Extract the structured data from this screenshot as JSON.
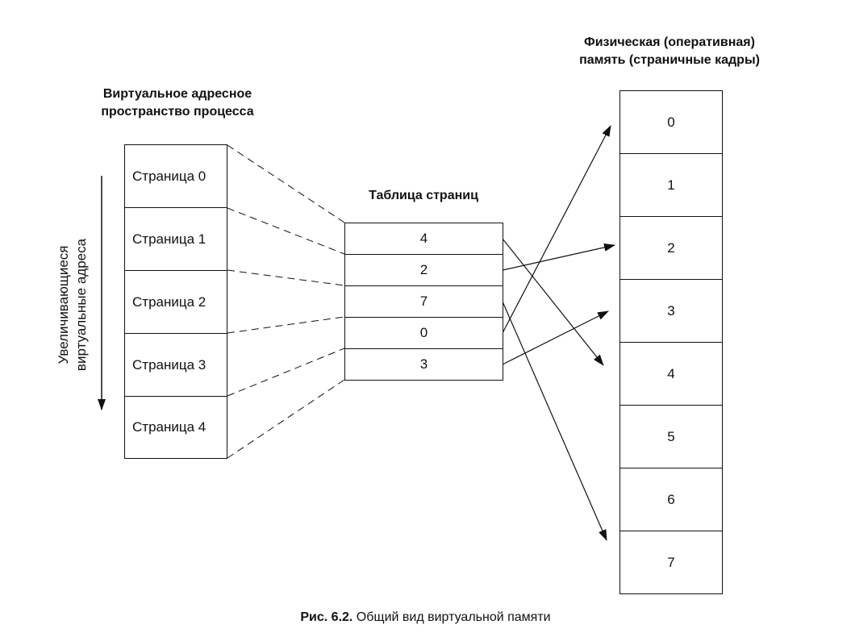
{
  "virtual": {
    "title_line1": "Виртуальное адресное",
    "title_line2": "пространство процесса",
    "pages": [
      "Страница 0",
      "Страница 1",
      "Страница 2",
      "Страница 3",
      "Страница 4"
    ],
    "axis_line1": "Увеличивающиеся",
    "axis_line2": "виртуальные адреса"
  },
  "page_table": {
    "title": "Таблица страниц",
    "entries": [
      "4",
      "2",
      "7",
      "0",
      "3"
    ]
  },
  "physical": {
    "title_line1": "Физическая (оперативная)",
    "title_line2": "память (страничные кадры)",
    "frames": [
      "0",
      "1",
      "2",
      "3",
      "4",
      "5",
      "6",
      "7"
    ]
  },
  "caption": {
    "label": "Рис. 6.2.",
    "text": " Общий вид виртуальной памяти"
  }
}
